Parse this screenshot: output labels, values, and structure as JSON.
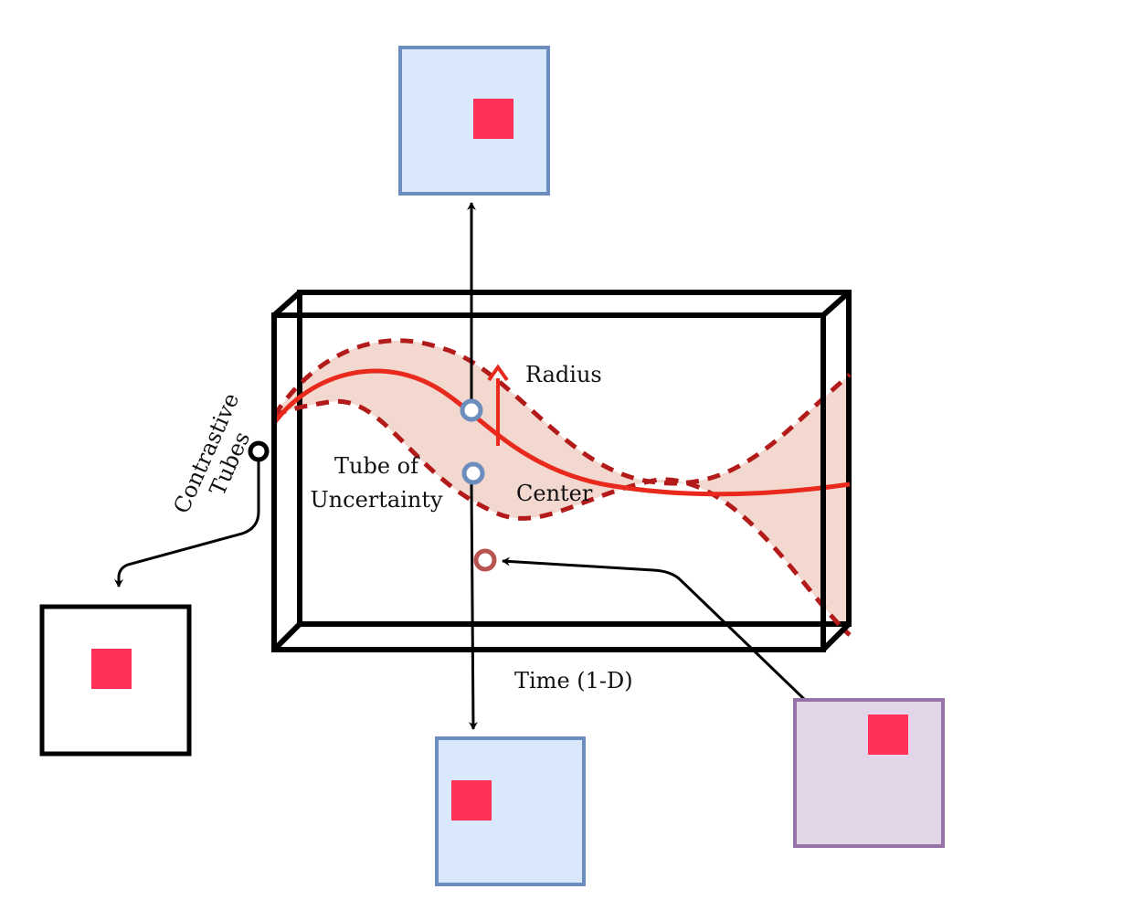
{
  "labels": {
    "radius": "Radius",
    "center": "Center",
    "tube_of_uncertainty_line1": "Tube of",
    "tube_of_uncertainty_line2": "Uncertainty",
    "contrastive_tubes_line1": "Contrastive",
    "contrastive_tubes_line2": "Tubes",
    "time_axis": "Time (1-D)"
  },
  "colors": {
    "outline": "#000000",
    "center_line": "#e8291c",
    "tube_boundary": "#b31b1b",
    "tube_fill": "#f2d8cf",
    "blue_box_fill": "#dae8fc",
    "blue_box_stroke": "#6c8ebf",
    "purple_box_fill": "#e1d5e7",
    "purple_box_stroke": "#9673a6",
    "marker_square": "#ff3158",
    "point_blue": "#6c8ebf",
    "point_red": "#b85450"
  }
}
